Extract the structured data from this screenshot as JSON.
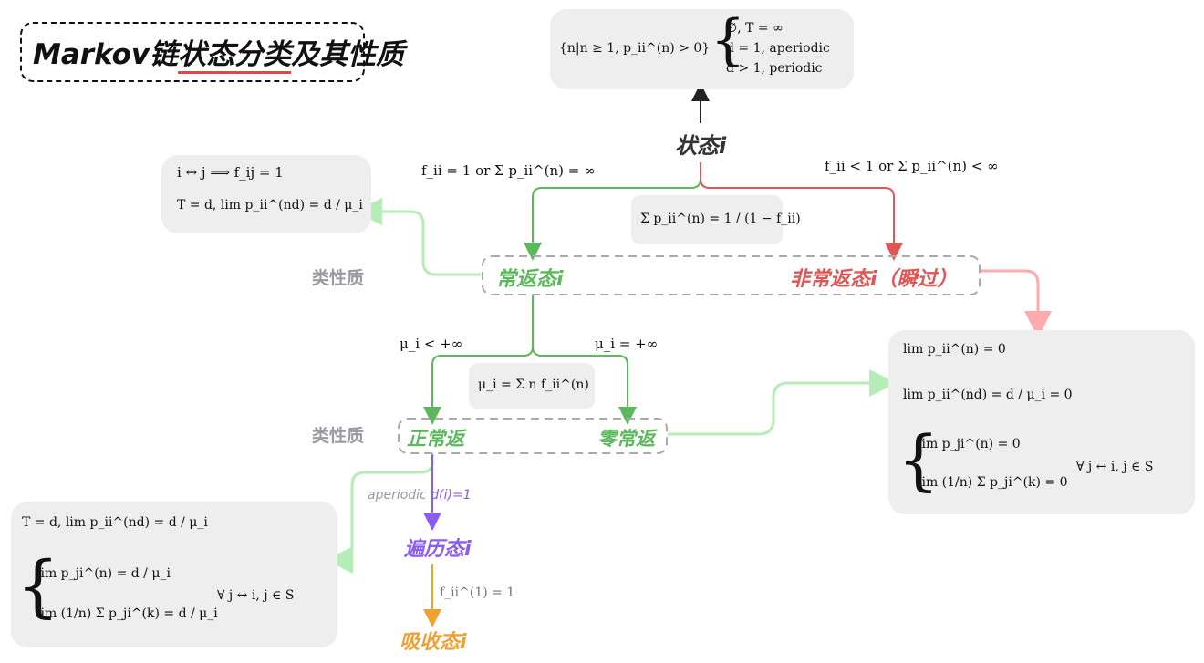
{
  "title": {
    "prefix": "Markov链",
    "underlined": "状态分类",
    "suffix": "及其性质"
  },
  "nodes": {
    "state": "状态i",
    "recurrent": "常返态i",
    "transient": "非常返态i（瞬过）",
    "positive": "正常返",
    "null": "零常返",
    "ergodic": "遍历态i",
    "absorbing": "吸收态i"
  },
  "side_labels": {
    "class_property_1": "类性质",
    "class_property_2": "类性质"
  },
  "edge_labels": {
    "aperiodic": "aperiodic",
    "d_eq_1": "d(i)=1"
  },
  "period_box": {
    "set": "{n|n ≥ 1, p_ii^(n) > 0}",
    "case1": "∅,  T = ∞",
    "case2": "d = 1,  aperiodic",
    "case3": "d > 1,  periodic"
  },
  "class_box": {
    "line1": "i ↔ j ⟹ f_ij = 1",
    "line2": "T = d,  lim p_ii^(nd) = d / μ_i"
  },
  "conditions": {
    "recurrent": "f_ii = 1 or Σ p_ii^(n) = ∞",
    "transient": "f_ii < 1 or Σ p_ii^(n) < ∞",
    "relation": "Σ p_ii^(n) = 1 / (1 − f_ii)",
    "positive": "μ_i < +∞",
    "null": "μ_i = +∞",
    "mu_def": "μ_i = Σ n f_ii^(n)",
    "absorb": "f_ii^(1) = 1"
  },
  "transient_box": {
    "l1": "lim p_ii^(n) = 0",
    "l2": "lim p_ii^(nd) = d / μ_i = 0",
    "l3": "lim p_ji^(n) = 0",
    "l4": "lim (1/n) Σ p_ji^(k) = 0",
    "forall": "∀ j ↔ i,  j ∈ S"
  },
  "ergodic_box": {
    "l1": "T = d,  lim p_ii^(nd) = d / μ_i",
    "l2": "lim p_ji^(n) = d / μ_i",
    "l3": "lim (1/n) Σ p_ji^(k) = d / μ_i",
    "forall": "∀ j ↔ i,  j ∈ S"
  },
  "colors": {
    "green": "#5cb85c",
    "red": "#e05555",
    "purple": "#8a5cf0",
    "orange": "#f0a030",
    "box": "#eeeeef"
  }
}
